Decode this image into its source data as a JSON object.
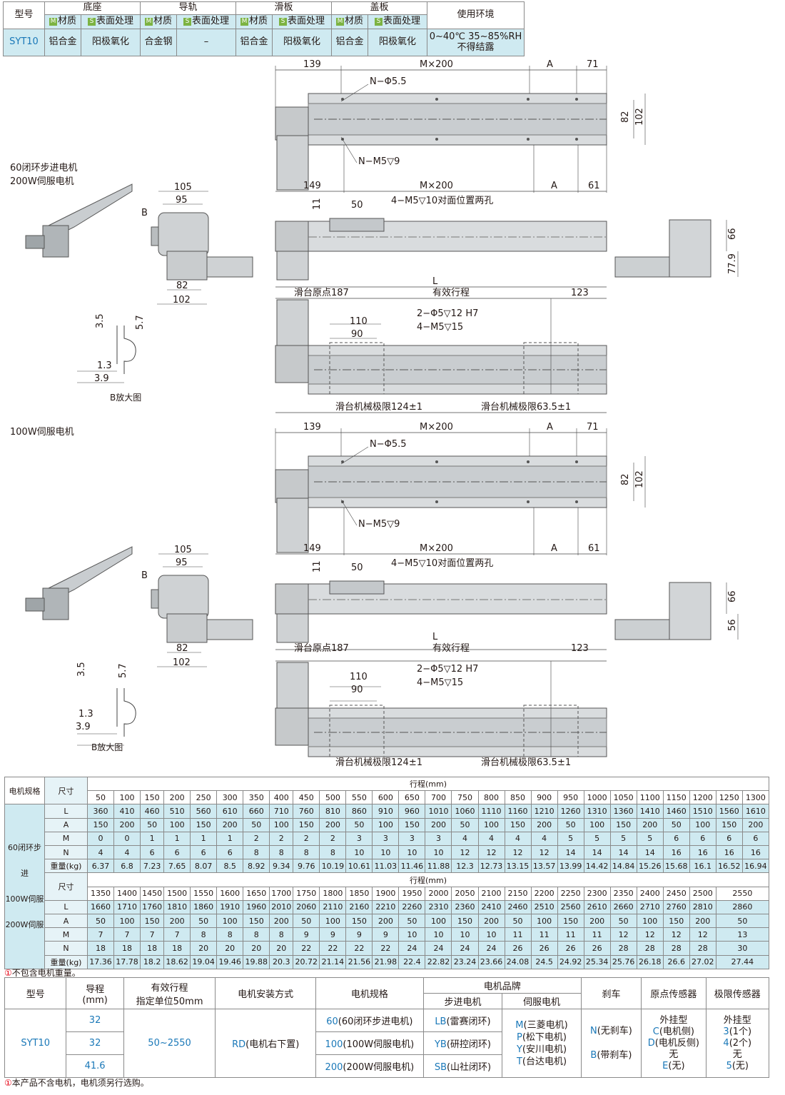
{
  "material_table": {
    "header_model": "型号",
    "header_base": "底座",
    "header_rail": "导轨",
    "header_slide": "滑板",
    "header_cover": "盖板",
    "header_env": "使用环境",
    "sub_material": "材质",
    "sub_surface": "表面处理",
    "tag_m": "M",
    "tag_s": "S",
    "model": "SYT10",
    "base_material": "铝合金",
    "base_surface": "阳极氧化",
    "rail_material": "合金钢",
    "rail_surface": "–",
    "slide_material": "铝合金",
    "slide_surface": "阳极氧化",
    "cover_material": "铝合金",
    "cover_surface": "阳极氧化",
    "env_line1": "0~40℃ 35~85%RH",
    "env_line2": "不得结露"
  },
  "section1": {
    "title_line1": "60闭环步进电机",
    "title_line2": "200W伺服电机",
    "enlarge_label": "B放大图",
    "b_label": "B"
  },
  "section2": {
    "title": "100W伺服电机",
    "enlarge_label": "B放大图",
    "b_label": "B"
  },
  "dims": {
    "d139": "139",
    "m200": "M×200",
    "a": "A",
    "d71": "71",
    "n55": "N−Φ5.5",
    "n5": "N−M5▽9",
    "d149": "149",
    "d61": "61",
    "d82": "82",
    "d102": "102",
    "d105": "105",
    "d95": "95",
    "d11": "11",
    "d50": "50",
    "m5_10": "4−M5▽10对面位置两孔",
    "d66": "66",
    "d779": "77.9",
    "d56": "56",
    "l": "L",
    "origin": "滑台原点187",
    "stroke": "有效行程",
    "d123": "123",
    "d110": "110",
    "d90": "90",
    "phi5": "2−Φ5▽12 H7",
    "m5_15": "4−M5▽15",
    "limit1": "滑台机械极限124±1",
    "limit2": "滑台机械极限63.5±1",
    "d35": "3.5",
    "d57": "5.7",
    "d13": "1.3",
    "d39": "3.9"
  },
  "spec_table": {
    "h_motor": "电机规格",
    "h_size": "尺寸",
    "h_stroke": "行程(mm)",
    "motor_line1": "60闭环步进",
    "motor_line2": "100W伺服",
    "motor_line3": "200W伺服",
    "rows": [
      "L",
      "A",
      "M",
      "N",
      "重量(kg)"
    ],
    "block1": {
      "strokes": [
        "50",
        "100",
        "150",
        "200",
        "250",
        "300",
        "350",
        "400",
        "450",
        "500",
        "550",
        "600",
        "650",
        "700",
        "750",
        "800",
        "850",
        "900",
        "950",
        "1000",
        "1050",
        "1100",
        "1150",
        "1200",
        "1250",
        "1300"
      ],
      "L": [
        "360",
        "410",
        "460",
        "510",
        "560",
        "610",
        "660",
        "710",
        "760",
        "810",
        "860",
        "910",
        "960",
        "1010",
        "1060",
        "1110",
        "1160",
        "1210",
        "1260",
        "1310",
        "1360",
        "1410",
        "1460",
        "1510",
        "1560",
        "1610"
      ],
      "A": [
        "150",
        "200",
        "50",
        "100",
        "150",
        "200",
        "50",
        "100",
        "150",
        "200",
        "50",
        "100",
        "150",
        "200",
        "50",
        "100",
        "150",
        "200",
        "50",
        "100",
        "150",
        "200",
        "50",
        "100",
        "150",
        "200"
      ],
      "M": [
        "0",
        "0",
        "1",
        "1",
        "1",
        "1",
        "2",
        "2",
        "2",
        "2",
        "3",
        "3",
        "3",
        "3",
        "4",
        "4",
        "4",
        "4",
        "5",
        "5",
        "5",
        "5",
        "6",
        "6",
        "6",
        "6"
      ],
      "N": [
        "4",
        "4",
        "6",
        "6",
        "6",
        "6",
        "8",
        "8",
        "8",
        "8",
        "10",
        "10",
        "10",
        "10",
        "12",
        "12",
        "12",
        "12",
        "14",
        "14",
        "14",
        "14",
        "16",
        "16",
        "16",
        "16"
      ],
      "W": [
        "6.37",
        "6.8",
        "7.23",
        "7.65",
        "8.07",
        "8.5",
        "8.92",
        "9.34",
        "9.76",
        "10.19",
        "10.61",
        "11.03",
        "11.46",
        "11.88",
        "12.3",
        "12.73",
        "13.15",
        "13.57",
        "13.99",
        "14.42",
        "14.84",
        "15.26",
        "15.68",
        "16.1",
        "16.52",
        "16.94"
      ]
    },
    "block2": {
      "strokes": [
        "1350",
        "1400",
        "1450",
        "1500",
        "1550",
        "1600",
        "1650",
        "1700",
        "1750",
        "1800",
        "1850",
        "1900",
        "1950",
        "2000",
        "2050",
        "2100",
        "2150",
        "2200",
        "2250",
        "2300",
        "2350",
        "2400",
        "2450",
        "2500",
        "2550"
      ],
      "L": [
        "1660",
        "1710",
        "1760",
        "1810",
        "1860",
        "1910",
        "1960",
        "2010",
        "2060",
        "2110",
        "2160",
        "2210",
        "2260",
        "2310",
        "2360",
        "2410",
        "2460",
        "2510",
        "2560",
        "2610",
        "2660",
        "2710",
        "2760",
        "2810",
        "2860"
      ],
      "A": [
        "50",
        "100",
        "150",
        "200",
        "50",
        "100",
        "150",
        "200",
        "50",
        "100",
        "150",
        "200",
        "50",
        "100",
        "150",
        "200",
        "50",
        "100",
        "150",
        "200",
        "50",
        "100",
        "150",
        "200",
        "50"
      ],
      "M": [
        "7",
        "7",
        "7",
        "7",
        "8",
        "8",
        "8",
        "8",
        "9",
        "9",
        "9",
        "9",
        "10",
        "10",
        "10",
        "10",
        "11",
        "11",
        "11",
        "11",
        "12",
        "12",
        "12",
        "12",
        "13"
      ],
      "N": [
        "18",
        "18",
        "18",
        "18",
        "20",
        "20",
        "20",
        "20",
        "22",
        "22",
        "22",
        "22",
        "24",
        "24",
        "24",
        "24",
        "26",
        "26",
        "26",
        "26",
        "28",
        "28",
        "28",
        "28",
        "30"
      ],
      "W": [
        "17.36",
        "17.78",
        "18.2",
        "18.62",
        "19.04",
        "19.46",
        "19.88",
        "20.3",
        "20.72",
        "21.14",
        "21.56",
        "21.98",
        "22.4",
        "22.82",
        "23.24",
        "23.66",
        "24.08",
        "24.5",
        "24.92",
        "25.34",
        "25.76",
        "26.18",
        "26.6",
        "27.02",
        "27.44"
      ]
    },
    "note": "不包含电机重量。",
    "note_mark": "①"
  },
  "order_table": {
    "h_model": "型号",
    "h_rail": "导程",
    "h_rail_unit": "(mm)",
    "h_stroke": "有效行程",
    "h_stroke_sub": "指定单位50mm",
    "h_mount": "电机安装方式",
    "h_spec": "电机规格",
    "h_brand": "电机品牌",
    "h_stepper": "步进电机",
    "h_servo": "伺服电机",
    "h_brake": "刹车",
    "h_origin": "原点传感器",
    "h_limit": "极限传感器",
    "model": "SYT10",
    "leads": [
      "32",
      "32",
      "41.6"
    ],
    "stroke": "50~2550",
    "mount_code": "RD",
    "mount_text": "(电机右下置)",
    "specs": [
      {
        "code": "60",
        "text": "(60闭环步进电机)"
      },
      {
        "code": "100",
        "text": "(100W伺服电机)"
      },
      {
        "code": "200",
        "text": "(200W伺服电机)"
      }
    ],
    "steppers": [
      {
        "code": "LB",
        "text": "(雷赛闭环)"
      },
      {
        "code": "YB",
        "text": "(研控闭环)"
      },
      {
        "code": "SB",
        "text": "(山社闭环)"
      }
    ],
    "servos": [
      {
        "code": "M",
        "text": "(三菱电机)"
      },
      {
        "code": "P",
        "text": "(松下电机)"
      },
      {
        "code": "Y",
        "text": "(安川电机)"
      },
      {
        "code": "T",
        "text": "(台达电机)"
      }
    ],
    "brakes": [
      {
        "code": "N",
        "text": "(无刹车)"
      },
      {
        "code": "B",
        "text": "(带刹车)"
      }
    ],
    "origin_type": "外挂型",
    "origins": [
      {
        "code": "C",
        "text": "(电机侧)"
      },
      {
        "code": "D",
        "text": "(电机反侧)"
      }
    ],
    "origin_none": "无",
    "origin_none_code": "E",
    "origin_none_text": "(无)",
    "limit_type": "外挂型",
    "limits": [
      {
        "code": "3",
        "text": "(1个)"
      },
      {
        "code": "4",
        "text": "(2个)"
      }
    ],
    "limit_none": "无",
    "limit_none_code": "5",
    "limit_none_text": "(无)",
    "note": "本产品不含电机，电机须另行选购。",
    "note_mark": "①"
  }
}
